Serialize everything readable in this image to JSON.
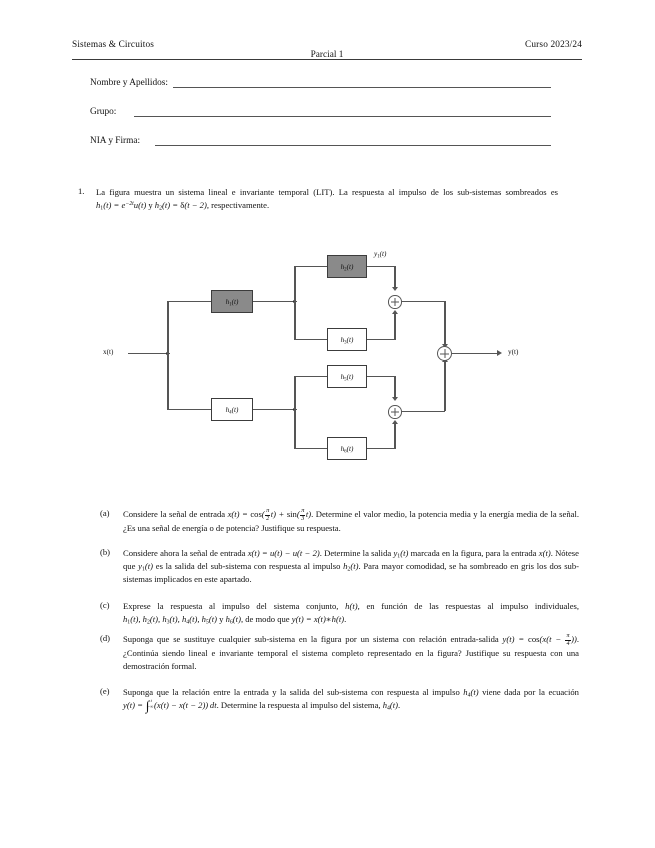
{
  "header": {
    "left": "Sistemas & Circuitos",
    "center": "Parcial 1",
    "right": "Curso 2023/24"
  },
  "fields": [
    {
      "label": "Nombre y Apellidos:",
      "value": ""
    },
    {
      "label": "Grupo:",
      "value": ""
    },
    {
      "label": "NIA y Firma:",
      "value": ""
    }
  ],
  "problem": {
    "number": "1.",
    "line1": "La figura muestra un sistema lineal e invariante temporal (LIT). La respuesta al impulso de",
    "line2_pre": "los sub-sistemas sombreados es ",
    "line2_mid": " y ",
    "line2_post": ", respectivamente.",
    "h1_def": "h1(t) = e^{-2t} u(t)",
    "h2_def": "h2(t) = delta(t - 2)"
  },
  "diagram": {
    "input_label": "x(t)",
    "output_label": "y(t)",
    "intermediate_label": "y1(t)",
    "blocks": [
      {
        "name": "h1",
        "label": "h1(t)",
        "shaded": true
      },
      {
        "name": "h2",
        "label": "h2(t)",
        "shaded": true
      },
      {
        "name": "h3",
        "label": "h3(t)",
        "shaded": false
      },
      {
        "name": "h4",
        "label": "h4(t)",
        "shaded": false
      },
      {
        "name": "h5",
        "label": "h5(t)",
        "shaded": false
      },
      {
        "name": "h6",
        "label": "h6(t)",
        "shaded": false
      }
    ],
    "adders": [
      "sum-top",
      "sum-bottom",
      "sum-main"
    ],
    "shaded_color": "#8a8a8a",
    "wire_color": "#555555"
  },
  "items": [
    {
      "tag": "(a)",
      "name": "item-a",
      "text_plain": "Considere la señal de entrada x(t) = cos(π/2 t) + sin(π/3 t). Determine el valor medio, la potencia media y la energía media de la señal. ¿Es una señal de energía o de potencia? Justifique su respuesta.",
      "seg1": "Considere la señal de entrada ",
      "seg2": ". Determine el valor medio, la potencia media y la energía media de la señal. ¿Es una señal de energía o de potencia? Justifique su respuesta."
    },
    {
      "tag": "(b)",
      "name": "item-b",
      "text_plain": "Considere ahora la señal de entrada x(t) = u(t) − u(t − 2). Determine la salida y1(t) marcada en la figura, para la entrada x(t). Nótese que y1(t) es la salida del sub-sistema con respuesta al impulso h2(t). Para mayor comodidad, se ha sombreado en gris los dos sub-sistemas implicados en este apartado.",
      "seg1": "Considere ahora la señal de entrada ",
      "seg2": ". Determine la salida ",
      "seg3": " marcada en la figura, para la entrada ",
      "seg4": ". Nótese que ",
      "seg5": " es la salida del sub-sistema con respuesta al impulso ",
      "seg6": ". Para mayor comodidad, se ha sombreado en gris los dos sub-sistemas implicados en este apartado."
    },
    {
      "tag": "(c)",
      "name": "item-c",
      "text_plain": "Exprese la respuesta al impulso del sistema conjunto, h(t), en función de las respuestas al impulso individuales, h1(t), h2(t), h3(t), h4(t), h5(t) y h6(t), de modo que y(t) = x(t)∗h(t).",
      "seg1": "Exprese la respuesta al impulso del sistema conjunto, ",
      "seg2": ", en función de las respuestas al impulso individuales, ",
      "seg3": ", de modo que ",
      "seg4": "."
    },
    {
      "tag": "(d)",
      "name": "item-d",
      "text_plain": "Suponga que se sustituye cualquier sub-sistema en la figura por un sistema con relación entrada-salida y(t) = cos(x(t − π/4)). ¿Continúa siendo lineal e invariante temporal el sistema completo representado en la figura? Justifique su respuesta con una demostración formal.",
      "seg1": "Suponga que se sustituye cualquier sub-sistema en la figura por un sistema con relación entrada-salida ",
      "seg2": ". ¿Continúa siendo lineal e invariante temporal el sistema completo representado en la figura? Justifique su respuesta con una demostración formal."
    },
    {
      "tag": "(e)",
      "name": "item-e",
      "text_plain": "Suponga que la relación entre la entrada y la salida del sub-sistema con respuesta al impulso h4(t) viene dada por la ecuación y(t) = ∫_{−∞}^{t} (x(t) − x(t − 2)) dt. Determine la respuesta al impulso del sistema, h4(t).",
      "seg1": "Suponga que la relación entre la entrada y la salida del sub-sistema con respuesta al impulso ",
      "seg2": " viene dada por la ecuación ",
      "seg3": ". Determine la respuesta al impulso del sistema, ",
      "seg4": "."
    }
  ]
}
